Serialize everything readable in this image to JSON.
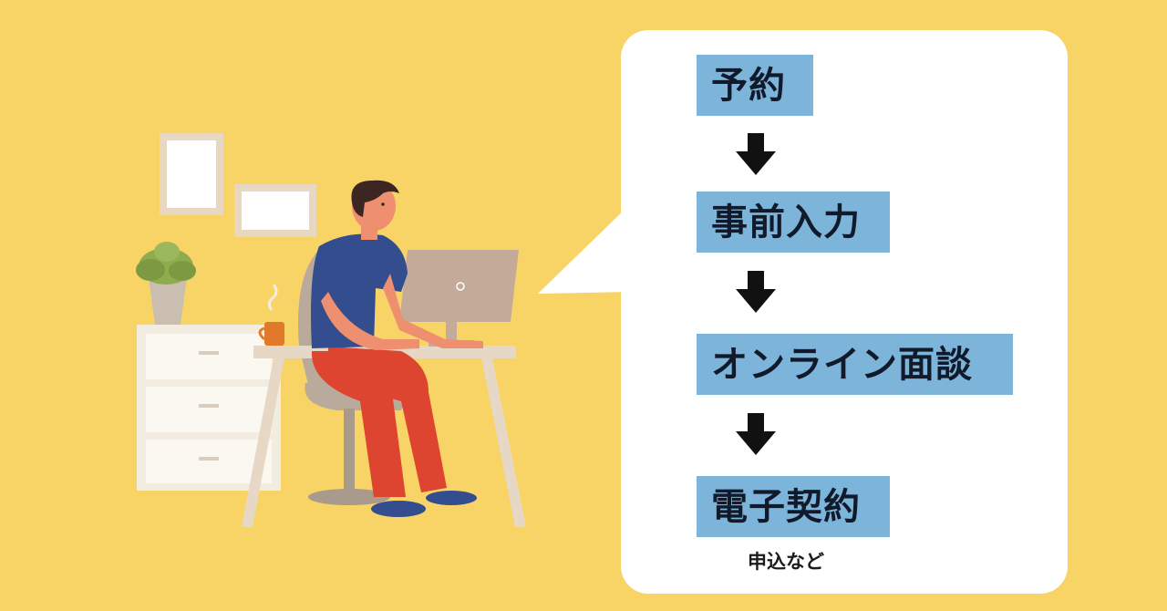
{
  "flow": {
    "steps": [
      {
        "label": "予約"
      },
      {
        "label": "事前入力"
      },
      {
        "label": "オンライン面談"
      },
      {
        "label": "電子契約"
      }
    ],
    "note": "申込など",
    "arrow_icon": "down-arrow-icon"
  },
  "colors": {
    "background": "#f8d467",
    "bubble": "#ffffff",
    "step_box": "#7db4da",
    "step_text": "#101a2b",
    "arrow": "#111111"
  }
}
